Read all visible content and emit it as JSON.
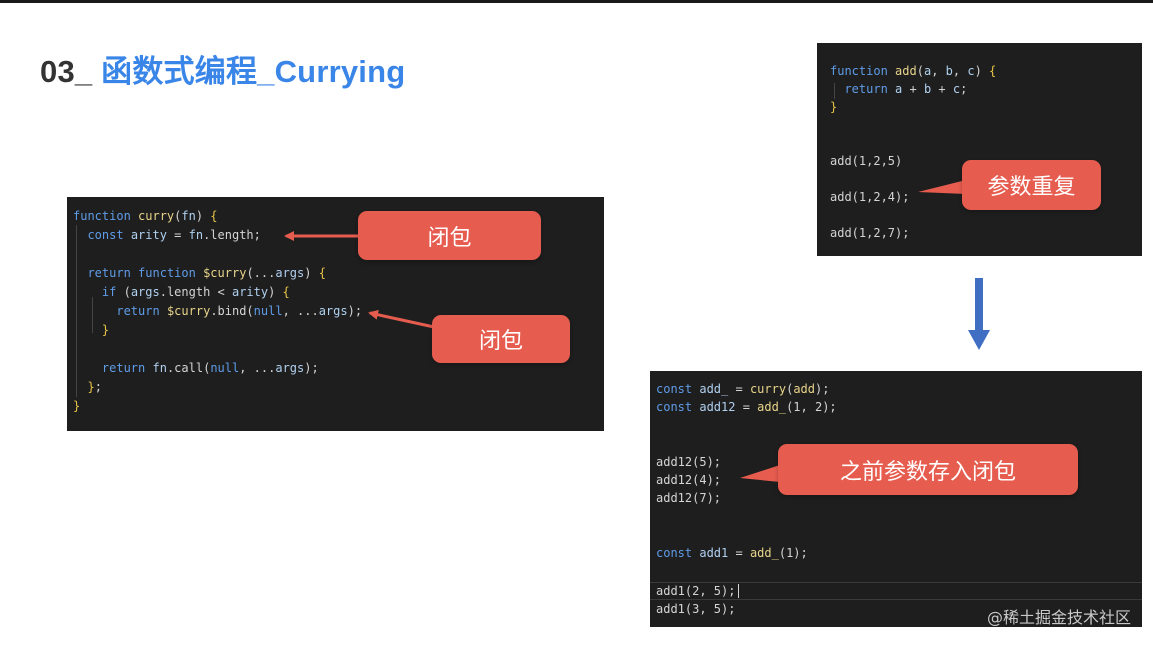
{
  "title": {
    "number": "03_",
    "text": "函数式编程_Currying"
  },
  "curry_code": {
    "lines": [
      "function curry(fn) {",
      "  const arity = fn.length;",
      "",
      "  return function $curry(...args) {",
      "    if (args.length < arity) {",
      "      return $curry.bind(null, ...args);",
      "    }",
      "",
      "    return fn.call(null, ...args);",
      "  };",
      "}"
    ]
  },
  "add_code": {
    "lines": [
      "function add(a, b, c) {",
      "  return a + b + c;",
      "}",
      "",
      "",
      "add(1,2,5)",
      "",
      "add(1,2,4);",
      "",
      "add(1,2,7);"
    ]
  },
  "usage_code": {
    "lines": [
      "const add_ = curry(add);",
      "const add12 = add_(1, 2);",
      "",
      "",
      "add12(5);",
      "add12(4);",
      "add12(7);",
      "",
      "",
      "const add1 = add_(1);",
      "",
      "add1(2, 5);",
      "add1(3, 5);"
    ]
  },
  "callouts": {
    "closure_1": "闭包",
    "closure_2": "闭包",
    "repeat_params": "参数重复",
    "stored_params": "之前参数存入闭包"
  },
  "watermark": "@稀土掘金技术社区",
  "colors": {
    "accent_blue": "#3a86e8",
    "callout_red": "#e65c4f",
    "arrow_blue": "#3f6ec2",
    "code_bg": "#1e1e1e"
  }
}
